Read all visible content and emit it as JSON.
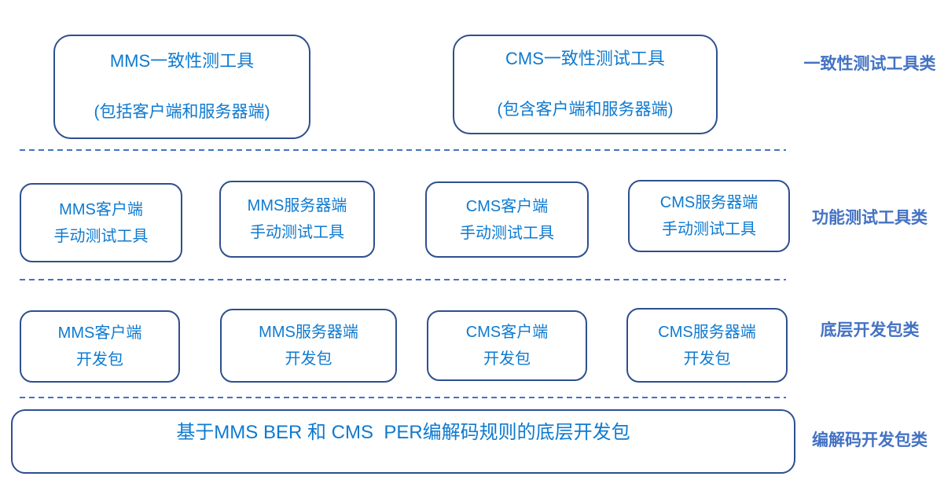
{
  "colors": {
    "box_border": "#2E4F8F",
    "box_text": "#0E7AD0",
    "label_text": "#4472C4",
    "divider": "#4472C4",
    "background": "#FFFFFF"
  },
  "layers": [
    {
      "label": "一致性测试工具类",
      "boxes": [
        {
          "line1": "MMS一致性测工具",
          "line2": "(包括客户端和服务器端)"
        },
        {
          "line1": "CMS一致性测试工具",
          "line2": "(包含客户端和服务器端)"
        }
      ]
    },
    {
      "label": "功能测试工具类",
      "boxes": [
        {
          "line1": "MMS客户端",
          "line2": "手动测试工具"
        },
        {
          "line1": "MMS服务器端",
          "line2": "手动测试工具"
        },
        {
          "line1": "CMS客户端",
          "line2": "手动测试工具"
        },
        {
          "line1": "CMS服务器端",
          "line2": "手动测试工具"
        }
      ]
    },
    {
      "label": "底层开发包类",
      "boxes": [
        {
          "line1": "MMS客户端",
          "line2": "开发包"
        },
        {
          "line1": "MMS服务器端",
          "line2": "开发包"
        },
        {
          "line1": "CMS客户端",
          "line2": "开发包"
        },
        {
          "line1": "CMS服务器端",
          "line2": "开发包"
        }
      ]
    },
    {
      "label": "编解码开发包类",
      "boxes": [
        {
          "line1": "基于MMS BER 和 CMS  PER编解码规则的底层开发包"
        }
      ]
    }
  ]
}
